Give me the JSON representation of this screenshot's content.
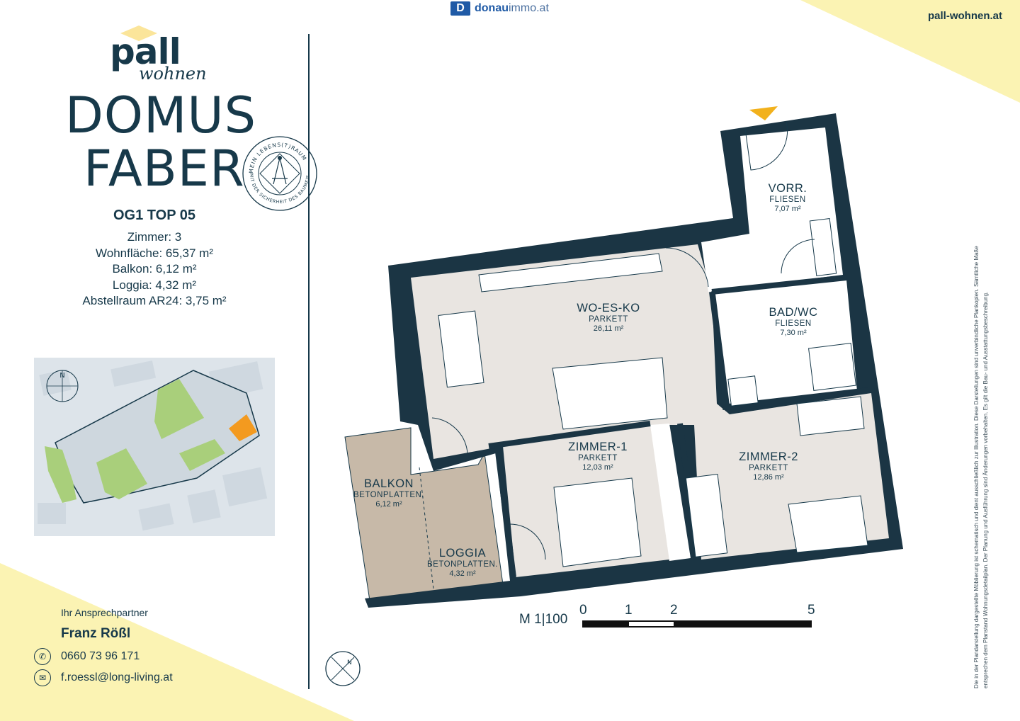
{
  "brand": {
    "name": "pall",
    "sub": "wohnen",
    "website": "pall-wohnen.at"
  },
  "portal": {
    "logo_letter": "D",
    "name_bold": "donau",
    "name_light": "immo.at"
  },
  "project": {
    "line1": "DOMUS",
    "line2": "FABER"
  },
  "seal": {
    "top_text": "MEIN LEBENS(T)RAUM",
    "bottom_text": "MIT DER SICHERHEIT DES BAUMEISTERS"
  },
  "unit": {
    "title": "OG1 TOP 05",
    "facts": [
      "Zimmer: 3",
      "Wohnfläche: 65,37 m²",
      "Balkon: 6,12 m²",
      "Loggia: 4,32 m²",
      "Abstellraum AR24: 3,75 m²"
    ]
  },
  "contact": {
    "label": "Ihr Ansprechpartner",
    "name": "Franz Rößl",
    "phone": "0660 73 96 171",
    "email": "f.roessl@long-living.at"
  },
  "rooms": {
    "vorr": {
      "name": "VORR.",
      "floor": "FLIESEN",
      "area": "7,07 m²"
    },
    "badwc": {
      "name": "BAD/WC",
      "floor": "FLIESEN",
      "area": "7,30 m²"
    },
    "woesko": {
      "name": "WO-ES-KO",
      "floor": "PARKETT",
      "area": "26,11 m²"
    },
    "zimmer1": {
      "name": "ZIMMER-1",
      "floor": "PARKETT",
      "area": "12,03 m²"
    },
    "zimmer2": {
      "name": "ZIMMER-2",
      "floor": "PARKETT",
      "area": "12,86 m²"
    },
    "balkon": {
      "name": "BALKON",
      "floor": "BETONPLATTEN.",
      "area": "6,12 m²"
    },
    "loggia": {
      "name": "LOGGIA",
      "floor": "BETONPLATTEN.",
      "area": "4,32 m²"
    }
  },
  "scale": {
    "label": "M 1|100",
    "ticks": [
      "0",
      "1",
      "2",
      "5"
    ]
  },
  "colors": {
    "navy": "#17394a",
    "yellow": "#fbf3b3",
    "accent_orange": "#f39a1f",
    "green": "#a9cf7b",
    "terrace": "#c7b9a8",
    "floor": "#e9e5e1"
  },
  "disclaimer": "Die in der Plandarstellung dargestellte Möblierung ist schematisch und dient ausschließlich zur Illustration. Diese Darstellungen sind unverbindliche Plankopien. Sämtliche Maße entsprechen dem Planstand Wohnungsdetailplan. Der Planung und Ausführung sind Änderungen vorbehalten. Es gilt die Bau- und Ausstattungsbeschreibung."
}
